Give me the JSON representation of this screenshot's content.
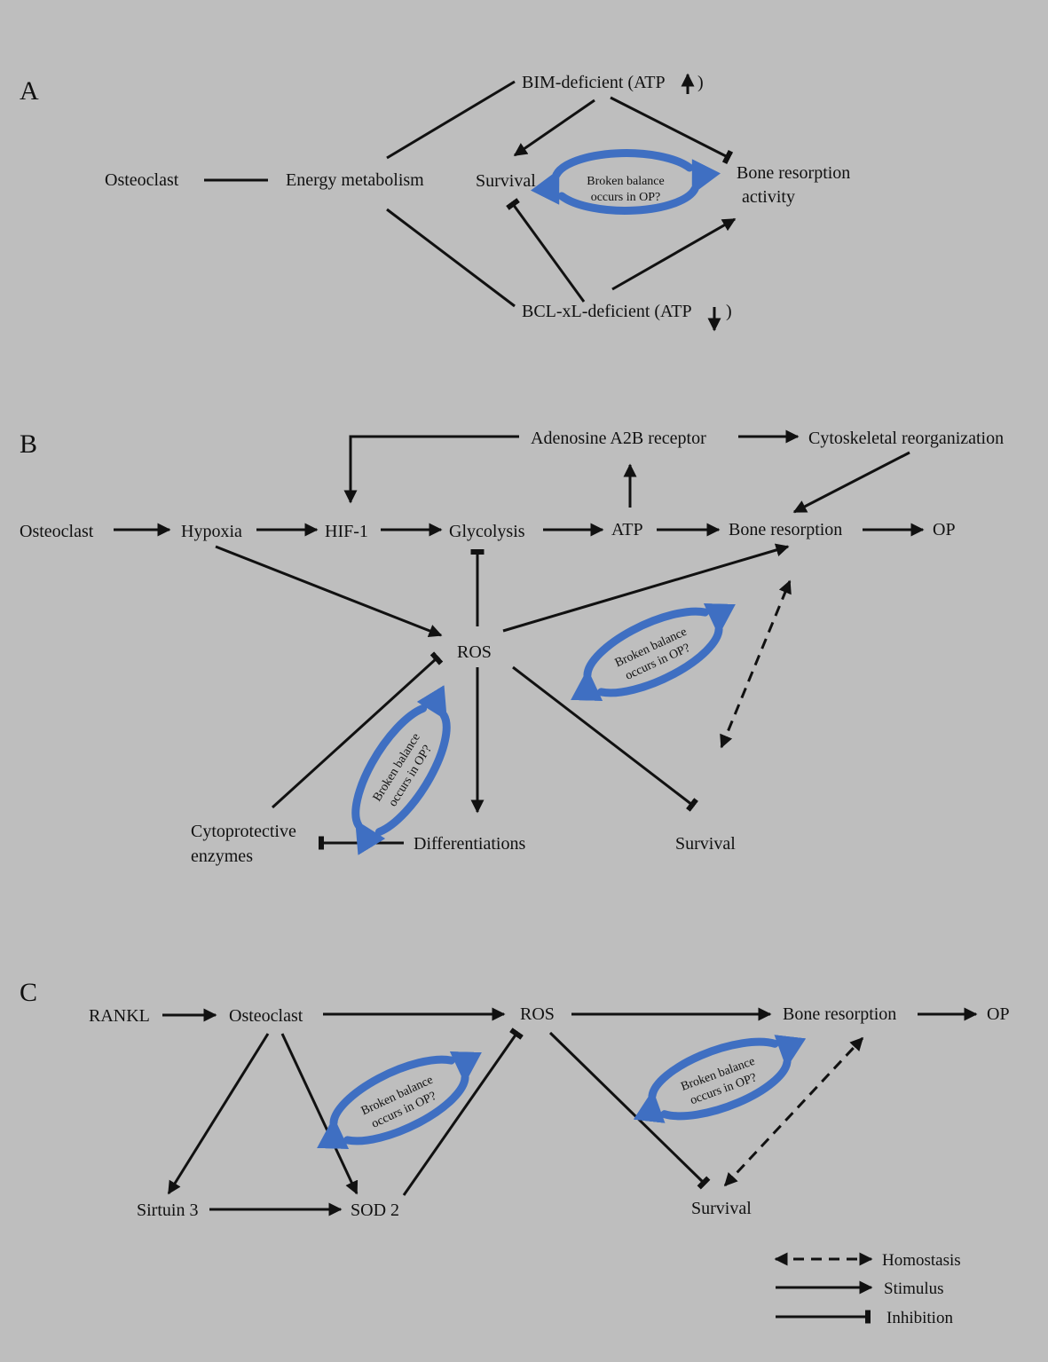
{
  "colors": {
    "background": "#bebebe",
    "line": "#111111",
    "loop_arrow": "#3f6fc2"
  },
  "panels": {
    "A": "A",
    "B": "B",
    "C": "C"
  },
  "panel_a": {
    "osteoclast": "Osteoclast",
    "energy_metabolism": "Energy metabolism",
    "bim_deficient": "BIM-deficient (ATP",
    "bcl_deficient": "BCL-xL-deficient (ATP",
    "close_paren": ")",
    "survival": "Survival",
    "bone_resorption_1": "Bone resorption",
    "bone_resorption_2": "activity",
    "loop_1": "Broken balance",
    "loop_2": "occurs in OP?"
  },
  "panel_b": {
    "osteoclast": "Osteoclast",
    "hypoxia": "Hypoxia",
    "hif1": "HIF-1",
    "glycolysis": "Glycolysis",
    "atp": "ATP",
    "bone_resorption": "Bone resorption",
    "op": "OP",
    "adenosine": "Adenosine A2B receptor",
    "cytoskeletal": "Cytoskeletal reorganization",
    "ros": "ROS",
    "cytoprotective_1": "Cytoprotective",
    "cytoprotective_2": "enzymes",
    "differentiations": "Differentiations",
    "survival": "Survival",
    "loop_1": "Broken balance",
    "loop_2": "occurs in OP?"
  },
  "panel_c": {
    "rankl": "RANKL",
    "osteoclast": "Osteoclast",
    "ros": "ROS",
    "bone_resorption": "Bone resorption",
    "op": "OP",
    "sirtuin": "Sirtuin 3",
    "sod2": "SOD 2",
    "survival": "Survival",
    "loop_1": "Broken balance",
    "loop_2": "occurs in OP?"
  },
  "legend": {
    "homeostasis": "Homostasis",
    "stimulus": "Stimulus",
    "inhibition": "Inhibition"
  }
}
